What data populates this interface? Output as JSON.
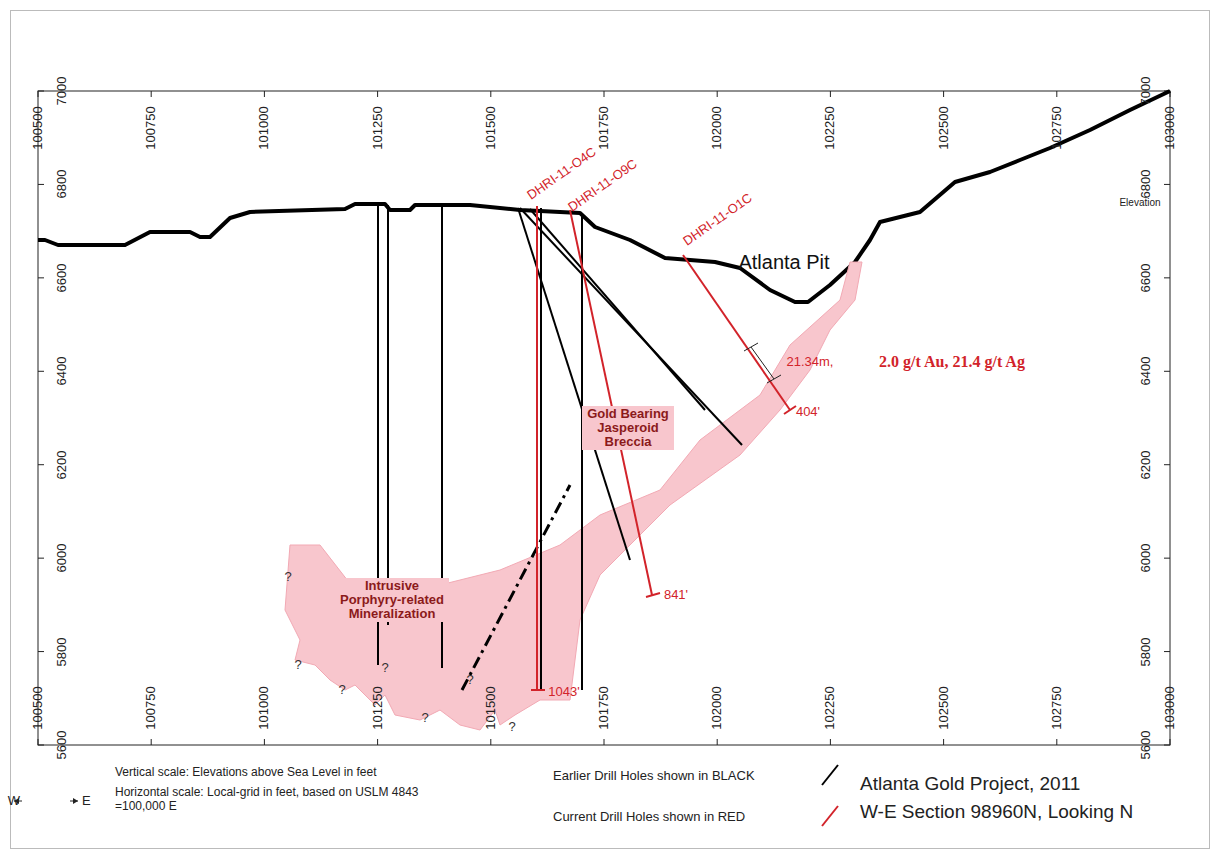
{
  "diagram": {
    "title": "Atlanta Gold Project, 2011",
    "nodes": [
      {
        "text": [
          "Gold Bearing Jasperoid Breccia",
          "Intrusive Porphyry-related Mineralization"
        ]
      }
    ],
    "labels": [
      "100500",
      "100750",
      "101000",
      "101250",
      "101500",
      "101750",
      "102000",
      "102250",
      "102500",
      "102750",
      "103000",
      "100500",
      "100750",
      "101000",
      "101250",
      "101500",
      "101750",
      "102000",
      "102250",
      "102500",
      "102750",
      "103000",
      "7000",
      "6800",
      "6600",
      "6400",
      "6200",
      "6000",
      "5800",
      "5600",
      "7000",
      "6800",
      "6600",
      "6400",
      "6200",
      "6000",
      "5800",
      "5600",
      "Elevation",
      "Atlanta Pit",
      "DHRI-11-O4C",
      "DHRI-11-O9C",
      "DHRI-11-O1C",
      "21.34m,",
      "2.0 g/t Au, 21.4 g/t Ag",
      "404'",
      "841'",
      "1043'",
      "?",
      "?",
      "?",
      "?",
      "?",
      "?",
      "?",
      "Vertical scale: Elevations above Sea Level in feet",
      "Horizontal scale: Local-grid in feet, based on USLM 4843 =100,000 E",
      "W",
      "E",
      "W-E Section 98960N, Looking N"
    ],
    "legend": [
      {
        "text": "Earlier Drill Holes shown in BLACK"
      },
      {
        "text": "Current Drill Holes shown in RED"
      }
    ]
  }
}
